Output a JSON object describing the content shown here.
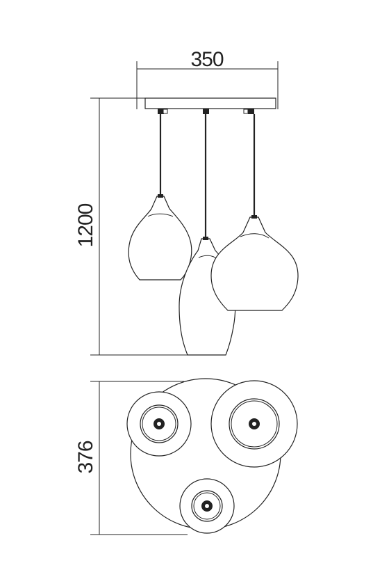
{
  "dimensions": {
    "width": "350",
    "height": "1200",
    "diameter": "376"
  },
  "colors": {
    "line": "#222222",
    "background": "#ffffff"
  }
}
